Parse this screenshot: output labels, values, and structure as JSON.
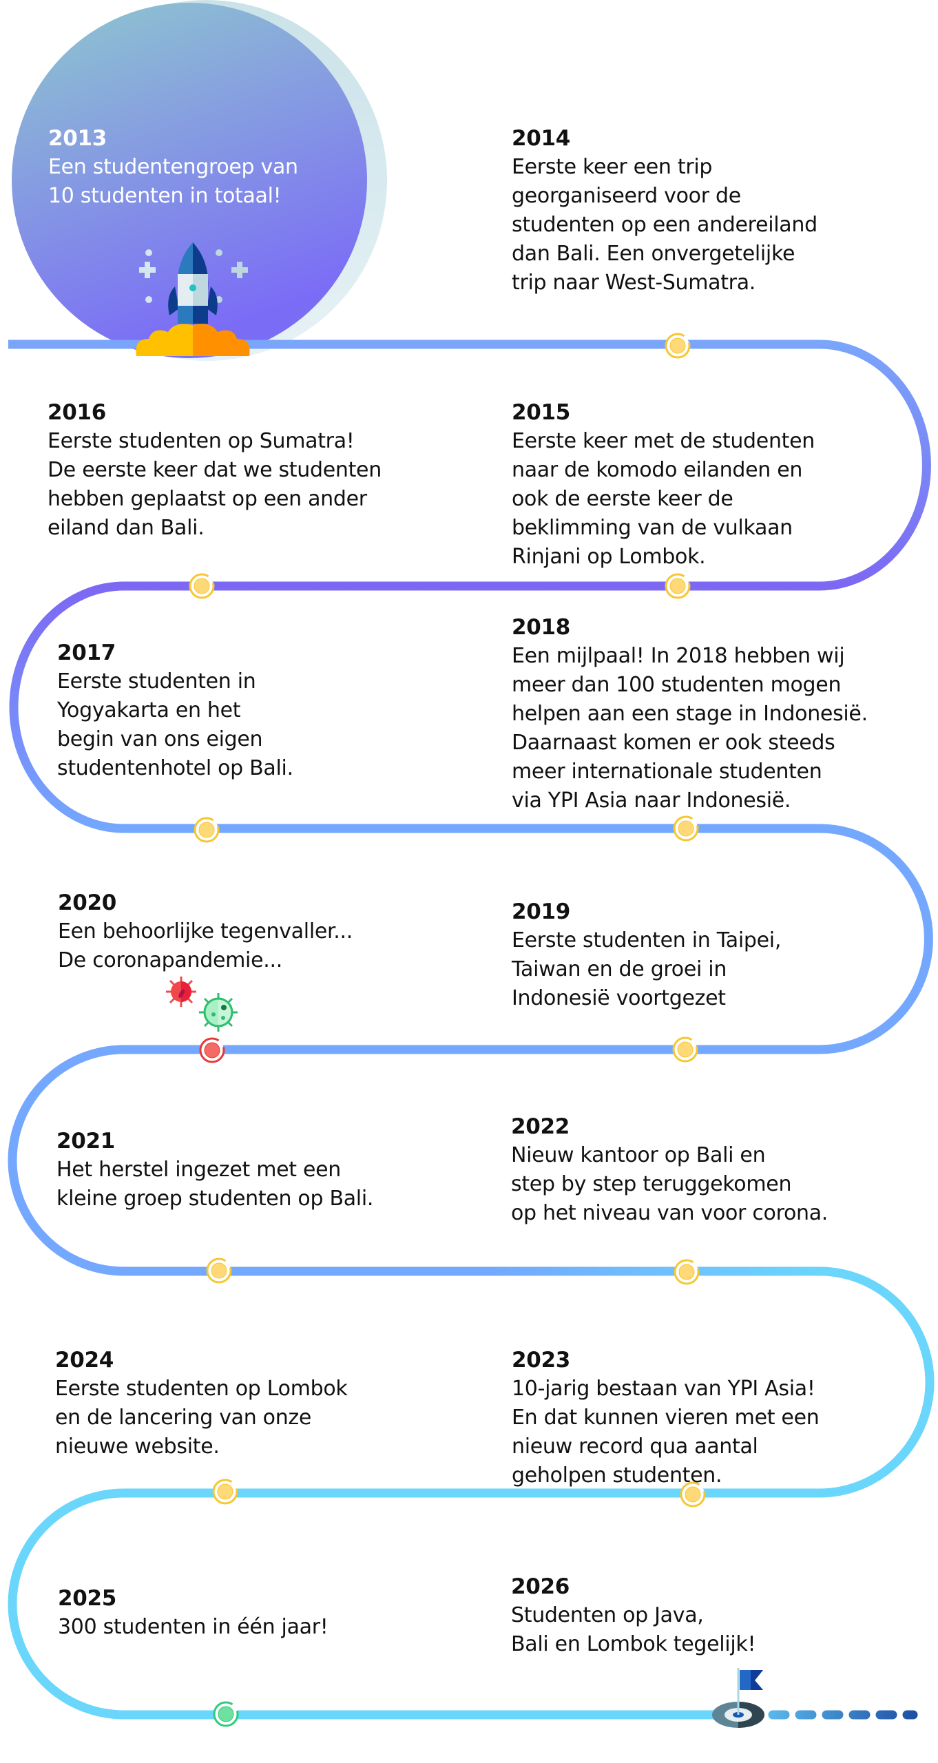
{
  "title": "YPI Asia tijdlijn",
  "colors": {
    "track_start": "#79A5FA",
    "track_purple": "#7D68F3",
    "track_blue": "#74A7FE",
    "track_cyan": "#6AD6FB",
    "marker_fill": "#FFD978",
    "marker_ring": "#F7C62F",
    "marker_red_fill": "#F56A64",
    "marker_red_ring": "#E53935",
    "marker_green_fill": "#6EE0A0",
    "marker_green_ring": "#2DCB7B",
    "circle_top": "#8FC8CE",
    "circle_bottom": "#7B6CF6",
    "circle_back": "#D3E8EF",
    "text": "#111111"
  },
  "entries": [
    {
      "year": "2013",
      "text": "Een studentengroep van\n10 studenten in totaal!",
      "marker": "rocket"
    },
    {
      "year": "2014",
      "text": "Eerste keer een trip\ngeorganiseerd voor de\nstudenten op een andereiland\ndan Bali. Een onvergetelijke\ntrip naar West-Sumatra.",
      "marker": "yellow"
    },
    {
      "year": "2015",
      "text": "Eerste keer met de studenten\nnaar de komodo eilanden en\nook de eerste keer de\nbeklimming van de vulkaan\nRinjani op Lombok.",
      "marker": "yellow"
    },
    {
      "year": "2016",
      "text": "Eerste studenten op Sumatra!\nDe eerste keer dat we studenten\nhebben geplaatst op een ander\neiland dan Bali.",
      "marker": "yellow"
    },
    {
      "year": "2017",
      "text": "Eerste studenten in\nYogyakarta en het\nbegin van ons eigen\nstudentenhotel op Bali.",
      "marker": "yellow"
    },
    {
      "year": "2018",
      "text": "Een mijlpaal! In 2018 hebben wij\nmeer dan 100 studenten mogen\nhelpen aan een stage in Indonesië.\nDaarnaast komen er ook steeds\nmeer internationale studenten\nvia YPI Asia naar Indonesië.",
      "marker": "yellow"
    },
    {
      "year": "2019",
      "text": "Eerste studenten in Taipei,\nTaiwan en de groei in\nIndonesië voortgezet",
      "marker": "yellow"
    },
    {
      "year": "2020",
      "text": "Een behoorlijke tegenvaller...\nDe coronapandemie...",
      "marker": "red"
    },
    {
      "year": "2021",
      "text": "Het herstel ingezet met een\nkleine groep studenten op Bali.",
      "marker": "yellow"
    },
    {
      "year": "2022",
      "text": "Nieuw kantoor op Bali en\nstep by step teruggekomen\nop het niveau van voor corona.",
      "marker": "yellow"
    },
    {
      "year": "2023",
      "text": "10-jarig bestaan van YPI Asia!\nEn dat kunnen vieren met een\nnieuw record qua aantal\ngeholpen studenten.",
      "marker": "yellow"
    },
    {
      "year": "2024",
      "text": "Eerste studenten op Lombok\nen de lancering van onze\nnieuwe website.",
      "marker": "yellow"
    },
    {
      "year": "2025",
      "text": "300 studenten in één jaar!",
      "marker": "green"
    },
    {
      "year": "2026",
      "text": "Studenten op Java,\nBali en Lombok tegelijk!",
      "marker": "target-flag"
    }
  ],
  "icons": {
    "start": "rocket-icon",
    "pandemic": [
      "virus-icon-red",
      "virus-icon-green"
    ],
    "finish": "flag-icon"
  }
}
